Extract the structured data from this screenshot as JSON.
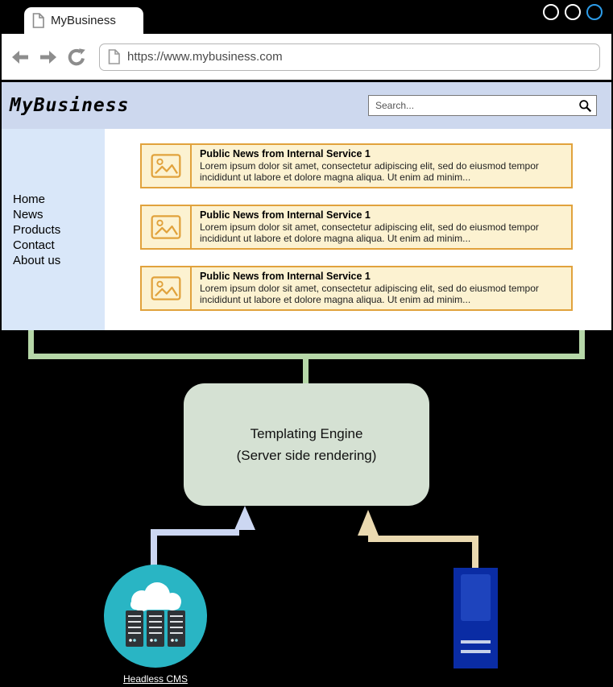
{
  "browser": {
    "tab_title": "MyBusiness",
    "url": "https://www.mybusiness.com"
  },
  "site": {
    "logo": "MyBusiness",
    "search_placeholder": "Search...",
    "nav_items": [
      "Home",
      "News",
      "Products",
      "Contact",
      "About us"
    ],
    "cards": [
      {
        "title": "Public News from Internal Service 1",
        "body": "Lorem ipsum dolor sit amet, consectetur adipiscing elit, sed do eiusmod tempor incididunt ut labore et dolore magna aliqua. Ut enim ad minim..."
      },
      {
        "title": "Public News from Internal Service 1",
        "body": "Lorem ipsum dolor sit amet, consectetur adipiscing elit, sed do eiusmod tempor incididunt ut labore et dolore magna aliqua. Ut enim ad minim..."
      },
      {
        "title": "Public News from Internal Service 1",
        "body": "Lorem ipsum dolor sit amet, consectetur adipiscing elit, sed do eiusmod tempor incididunt ut labore et dolore magna aliqua. Ut enim ad minim..."
      }
    ]
  },
  "diagram": {
    "engine_line1": "Templating Engine",
    "engine_line2": "(Server side rendering)",
    "cms_label": "Headless CMS"
  },
  "colors": {
    "background": "#000000",
    "header_bg": "#cdd8ee",
    "sidebar_bg": "#d9e7f9",
    "card_bg": "#fcf2d1",
    "card_border": "#e1a23c",
    "connector_green": "#b6d7a8",
    "engine_box_bg": "#d5e1d3",
    "cms_arrow_lavender": "#ccd7f2",
    "service_arrow_tan": "#ead9b0",
    "cms_circle_teal": "#29b5c4",
    "server_tower_navy": "#0a2ca4",
    "active_window_control": "#2d9ce8"
  },
  "icons": {
    "page-icon": "document-outline",
    "back-icon": "solid-left-arrow",
    "forward-icon": "solid-right-arrow",
    "refresh-icon": "circular-arrow",
    "search-icon": "magnifier",
    "image-placeholder-icon": "photo-frame",
    "cloud-icon": "cloud",
    "server-rack-icon": "server-stack",
    "server-tower-icon": "desktop-tower"
  }
}
